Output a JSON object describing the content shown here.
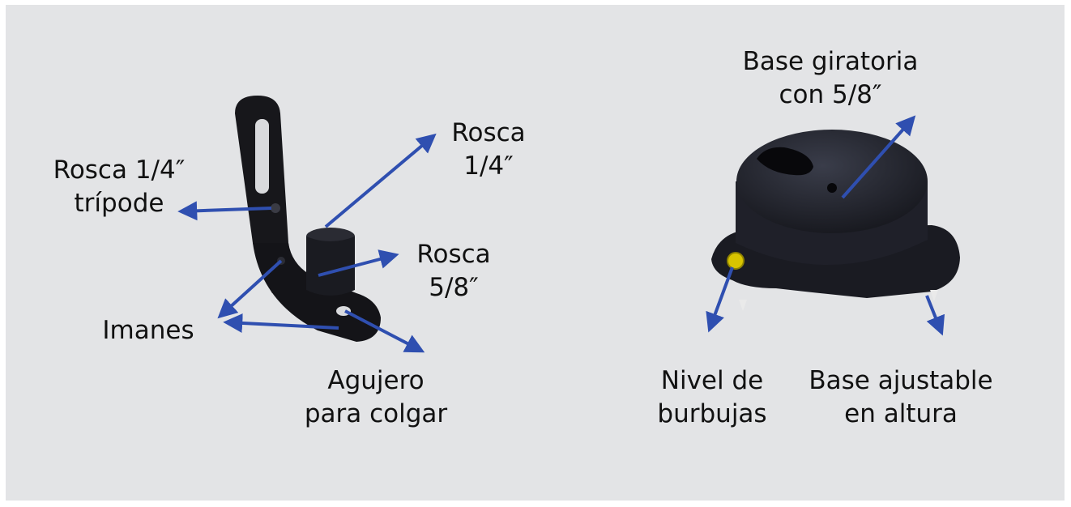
{
  "colors": {
    "background": "#e3e4e6",
    "arrow": "#2f4fb0",
    "device": "#141418",
    "bubble_level": "#d8c400"
  },
  "bracket": {
    "name": "wall-mount-bracket",
    "callouts": {
      "tripod_thread": {
        "line1": "Rosca 1/4″",
        "line2": "trípode"
      },
      "thread_quarter": {
        "line1": "Rosca",
        "line2": "1/4″"
      },
      "thread_five_eighths": {
        "line1": "Rosca",
        "line2": "5/8″"
      },
      "magnets": {
        "line1": "Imanes"
      },
      "hanging_hole": {
        "line1": "Agujero",
        "line2": "para colgar"
      }
    }
  },
  "base": {
    "name": "rotating-base",
    "callouts": {
      "rotating_base": {
        "line1": "Base giratoria",
        "line2": "con 5/8″"
      },
      "bubble_level": {
        "line1": "Nivel de",
        "line2": "burbujas"
      },
      "adjustable_base": {
        "line1": "Base ajustable",
        "line2": "en altura"
      }
    }
  }
}
